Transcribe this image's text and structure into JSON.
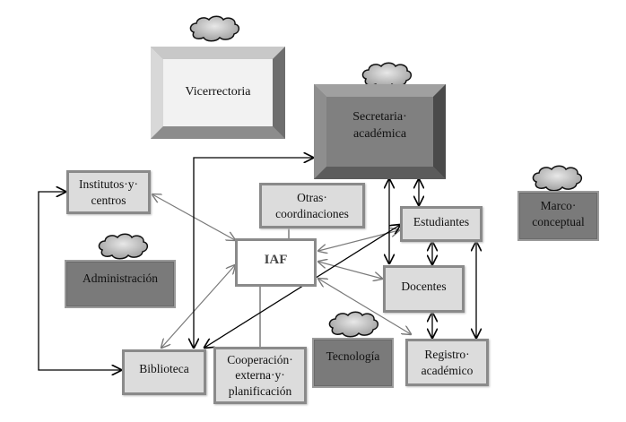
{
  "diagram": {
    "nodes": {
      "vicerrectoria": {
        "label": "Vicerrectoria"
      },
      "secretaria": {
        "label": "Secretaria·\nacadémica"
      },
      "institutos": {
        "label": "Institutos·y·\ncentros"
      },
      "administracion": {
        "label": "Administración"
      },
      "otras": {
        "label": "Otras·\ncoordinaciones"
      },
      "iaf": {
        "label": "IAF"
      },
      "estudiantes": {
        "label": "Estudiantes"
      },
      "docentes": {
        "label": "Docentes"
      },
      "marco": {
        "label": "Marco·\nconceptual"
      },
      "biblioteca": {
        "label": "Biblioteca"
      },
      "cooperacion": {
        "label": "Cooperación·\nexterna·y·\nplanificación"
      },
      "tecnologia": {
        "label": "Tecnología"
      },
      "registro": {
        "label": "Registro·\nacadémico"
      }
    },
    "clouds": [
      "vicerrectoria",
      "secretaria",
      "administracion",
      "marco",
      "tecnologia"
    ],
    "connections": [
      {
        "from": "iaf",
        "to": "institutos",
        "type": "bidirectional",
        "style": "gray"
      },
      {
        "from": "iaf",
        "to": "biblioteca",
        "type": "bidirectional",
        "style": "gray"
      },
      {
        "from": "iaf",
        "to": "estudiantes",
        "type": "bidirectional",
        "style": "gray"
      },
      {
        "from": "iaf",
        "to": "docentes",
        "type": "bidirectional",
        "style": "gray"
      },
      {
        "from": "iaf",
        "to": "registro",
        "type": "bidirectional",
        "style": "gray"
      },
      {
        "from": "iaf",
        "to": "otras",
        "type": "line",
        "style": "gray"
      },
      {
        "from": "iaf",
        "to": "cooperacion",
        "type": "line",
        "style": "gray"
      },
      {
        "from": "biblioteca",
        "to": "estudiantes",
        "type": "bidirectional",
        "style": "black"
      },
      {
        "from": "secretaria",
        "to": "docentes",
        "type": "bidirectional",
        "style": "black"
      },
      {
        "from": "secretaria",
        "to": "estudiantes",
        "type": "bidirectional",
        "style": "black"
      },
      {
        "from": "estudiantes",
        "to": "docentes",
        "type": "bidirectional",
        "style": "black"
      },
      {
        "from": "docentes",
        "to": "registro",
        "type": "bidirectional",
        "style": "black"
      },
      {
        "from": "estudiantes",
        "to": "registro",
        "type": "bidirectional",
        "style": "black"
      },
      {
        "from": "biblioteca",
        "to": "secretaria",
        "type": "bidirectional-elbow",
        "style": "black"
      },
      {
        "from": "biblioteca",
        "to": "institutos",
        "type": "bidirectional-elbow",
        "style": "black"
      }
    ]
  }
}
